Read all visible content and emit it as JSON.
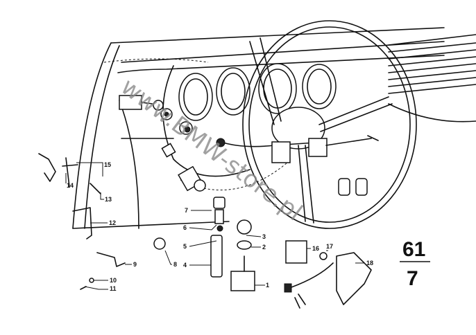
{
  "diagram": {
    "watermark": "www.BMW-store.pl",
    "group_number": {
      "main": "61",
      "sub": "7"
    },
    "callouts": [
      "1",
      "2",
      "3",
      "4",
      "5",
      "6",
      "7",
      "8",
      "9",
      "10",
      "11",
      "12",
      "13",
      "14",
      "15",
      "16",
      "17",
      "18"
    ]
  }
}
